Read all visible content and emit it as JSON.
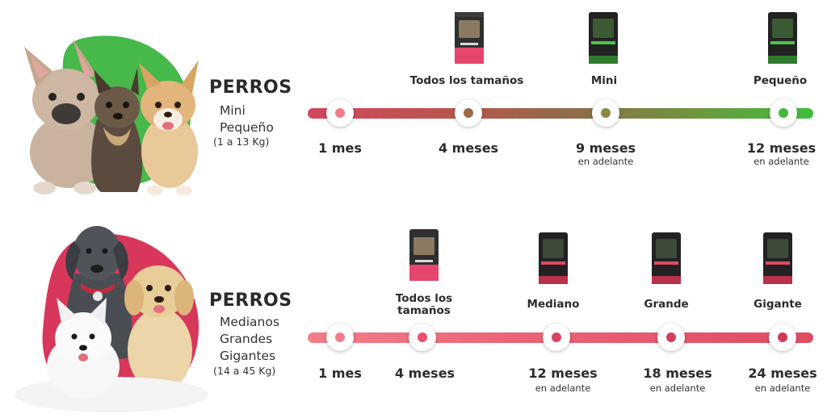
{
  "colors": {
    "small_gradient_start": "#d2465e",
    "small_gradient_end": "#3fbe3e",
    "large_gradient_start": "#ef7f88",
    "large_gradient_end": "#e04b64",
    "green_blob": "#47b84a",
    "pink_blob": "#d8375b"
  },
  "small": {
    "title": "PERROS",
    "sub1": "Mini",
    "sub2": "Pequeño",
    "range": "(1 a 13 Kg)",
    "products": [
      {
        "label": "Todos los tamaños",
        "bag": "puppy-bag-pink"
      },
      {
        "label": "Mini",
        "bag": "adult-bag-green"
      },
      {
        "label": "Pequeño",
        "bag": "adult-bag-green"
      }
    ],
    "stages": [
      {
        "age": "1 mes",
        "sub": "",
        "dot": "#f07d8a"
      },
      {
        "age": "4 meses",
        "sub": "",
        "dot": "#9b6a45"
      },
      {
        "age": "9 meses",
        "sub": "en adelante",
        "dot": "#8a8a45"
      },
      {
        "age": "12 meses",
        "sub": "en adelante",
        "dot": "#42b93f"
      }
    ]
  },
  "large": {
    "title": "PERROS",
    "sub1": "Medianos",
    "sub2": "Grandes",
    "sub3": "Gigantes",
    "range": "(14 a 45 Kg)",
    "products": [
      {
        "label_line1": "Todos los",
        "label_line2": "tamaños",
        "bag": "puppy-bag-pink"
      },
      {
        "label": "Mediano",
        "bag": "adult-bag-red"
      },
      {
        "label": "Grande",
        "bag": "adult-bag-red"
      },
      {
        "label": "Gigante",
        "bag": "adult-bag-red"
      }
    ],
    "stages": [
      {
        "age": "1 mes",
        "sub": "",
        "dot": "#f27e8c"
      },
      {
        "age": "4 meses",
        "sub": "",
        "dot": "#ec4f6c"
      },
      {
        "age": "12 meses",
        "sub": "en adelante",
        "dot": "#d84560"
      },
      {
        "age": "18 meses",
        "sub": "en adelante",
        "dot": "#d43f5b"
      },
      {
        "age": "24 meses",
        "sub": "en adelante",
        "dot": "#cf3a55"
      }
    ]
  }
}
